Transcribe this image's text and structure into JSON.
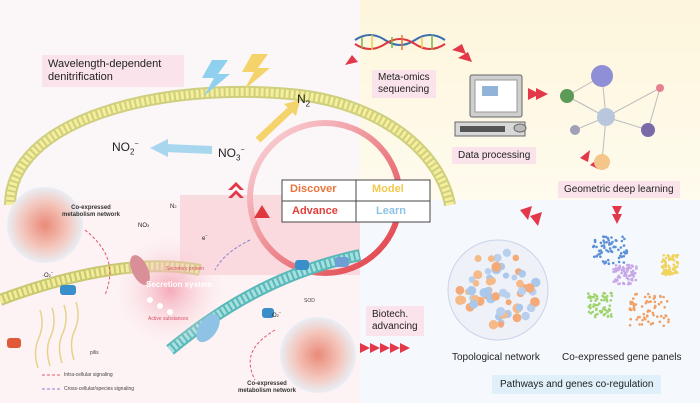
{
  "title_box": {
    "line1": "Wavelength-dependent",
    "line2": "denitrification"
  },
  "chem": {
    "n2": "N",
    "n2_sub": "2",
    "no3": "NO",
    "no3_sub": "3",
    "no3_sup": "−",
    "no2": "NO",
    "no2_sub": "2",
    "no2_sup": "−",
    "n2_small": "N",
    "n2_small_sub": "2",
    "no3_small": "NO",
    "no3_small_sub": "3",
    "o2_left": "·O",
    "o2_left_sub": "2",
    "o2_left_sup": "−",
    "o2_right": "·O",
    "o2_right_sub": "2",
    "o2_right_sup": "−",
    "electron": "e",
    "electron_sup": "−"
  },
  "cycle": {
    "discover": "Discover",
    "model": "Model",
    "advance": "Advance",
    "learn": "Learn"
  },
  "colors": {
    "discover": "#e8753c",
    "model": "#f2c94c",
    "advance": "#e0403a",
    "learn": "#8ec3e6",
    "arrow_red": "#e2384a"
  },
  "pipeline": {
    "meta_line1": "Meta-omics",
    "meta_line2": "sequencing",
    "data_processing": "Data processing",
    "geometric": "Geometric deep learning"
  },
  "cell": {
    "coexp_top_line1": "Co-expressed",
    "coexp_top_line2": "metabolism network",
    "secretory": "Secretory protein",
    "secretion": "Secretion system",
    "active": "Active substances",
    "sod": "SOD",
    "pilis": "pilis",
    "coexp_bot_line1": "Co-expressed",
    "coexp_bot_line2": "metabolism network"
  },
  "legend": {
    "intra": "Intra-cellular signaling",
    "cross": "Cross-cellular/species signaling"
  },
  "biotech": {
    "line1": "Biotech.",
    "line2": "advancing"
  },
  "outputs": {
    "topo": "Topological network",
    "coexp_panels": "Co-expressed gene panels",
    "pathways": "Pathways and genes co-regulation"
  }
}
